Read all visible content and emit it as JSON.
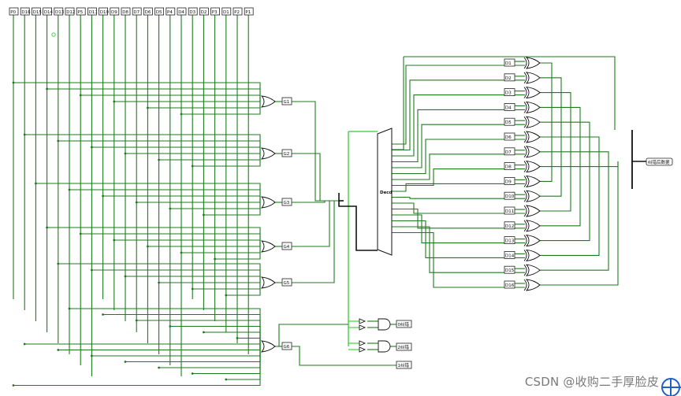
{
  "colors": {
    "wire": "#1e7a1e",
    "wire_active": "#33cc33",
    "bus": "#111111",
    "pin_border": "#222222",
    "watermark": "#7a7a7a",
    "watermark_icon": "#1f5fc8"
  },
  "input_pins": [
    "P0",
    "D16",
    "D15",
    "D14",
    "D13",
    "D12",
    "P5",
    "D11",
    "D10",
    "D9",
    "D8",
    "D7",
    "D6",
    "D5",
    "P4",
    "D4",
    "D3",
    "D2",
    "P3",
    "D1",
    "P2",
    "P1"
  ],
  "or_groups": [
    "G1",
    "G2",
    "G3",
    "G4",
    "G5",
    "G6"
  ],
  "decoder": {
    "label": "Decd"
  },
  "decoded_outputs": [
    "D1",
    "D2",
    "D3",
    "D4",
    "D5",
    "D6",
    "D7",
    "D8",
    "D9",
    "D10",
    "D11",
    "D12",
    "D13",
    "D14",
    "D15",
    "D16"
  ],
  "final_output": "纠错后数据",
  "error_flags": [
    "0纠错",
    "1纠错",
    "2纠错"
  ],
  "watermark": {
    "text": "CSDN @收购二手厚脸皮",
    "icon": "crosshair-icon"
  }
}
